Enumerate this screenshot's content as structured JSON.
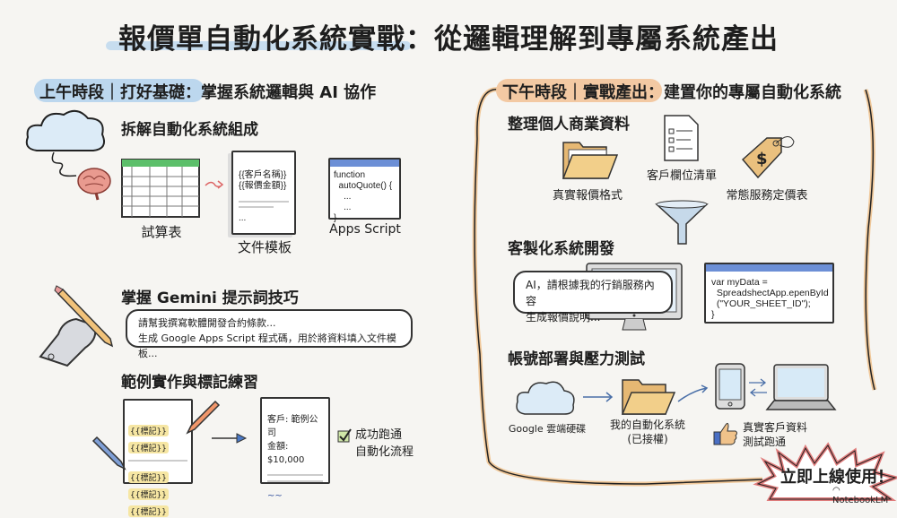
{
  "title": "報價單自動化系統實戰：從邏輯理解到專屬系統產出",
  "morning": {
    "pill": "上午時段｜打好基礎",
    "rest": "：掌握系統邏輯與 AI 協作",
    "s1": {
      "heading": "拆解自動化系統組成",
      "sheet": "試算表",
      "doc": "文件模板",
      "doc_fields": [
        "{{客戶名稱}}",
        "{{報價金額}}",
        "..."
      ],
      "script": "Apps Script",
      "code": "function\n  autoQuote() {\n    ...\n    ...\n}"
    },
    "s2": {
      "heading": "掌握 Gemini 提示詞技巧",
      "prompt_line1": "請幫我撰寫軟體開發合約條款...",
      "prompt_line2": "生成 Google Apps Script 程式碼，用於將資料填入文件模板..."
    },
    "s3": {
      "heading": "範例實作與標記練習",
      "tag": "{{標記}}",
      "client": "客戶: 範例公司",
      "amount": "金額: $10,000",
      "success_line1": "成功跑通",
      "success_line2": "自動化流程"
    }
  },
  "afternoon": {
    "pill": "下午時段｜實戰產出",
    "rest": "：建置你的專屬自動化系統",
    "s1": {
      "heading": "整理個人商業資料",
      "folder": "真實報價格式",
      "list": "客戶欄位清單",
      "price": "常態服務定價表"
    },
    "s2": {
      "heading": "客製化系統開發",
      "prompt_line1": "AI，請根據我的行銷服務內容",
      "prompt_line2": "生成報價說明...",
      "code": "var myData =\n  SpreadshectApp.epenById\n  (\"YOUR_SHEET_ID\");\n}"
    },
    "s3": {
      "heading": "帳號部署與壓力測試",
      "drive": "Google 雲端硬碟",
      "system_line1": "我的自動化系統",
      "system_line2": "(已接權)",
      "test_line1": "真實客戶資料",
      "test_line2": "測試跑通"
    },
    "launch": "立即上線使用！"
  },
  "brand": "NotebookLM",
  "colors": {
    "blue_hl": "#bcd7ee",
    "orange_hl": "#f3c9a3",
    "folder": "#f2cf8a",
    "burst": "#e07c7c"
  }
}
